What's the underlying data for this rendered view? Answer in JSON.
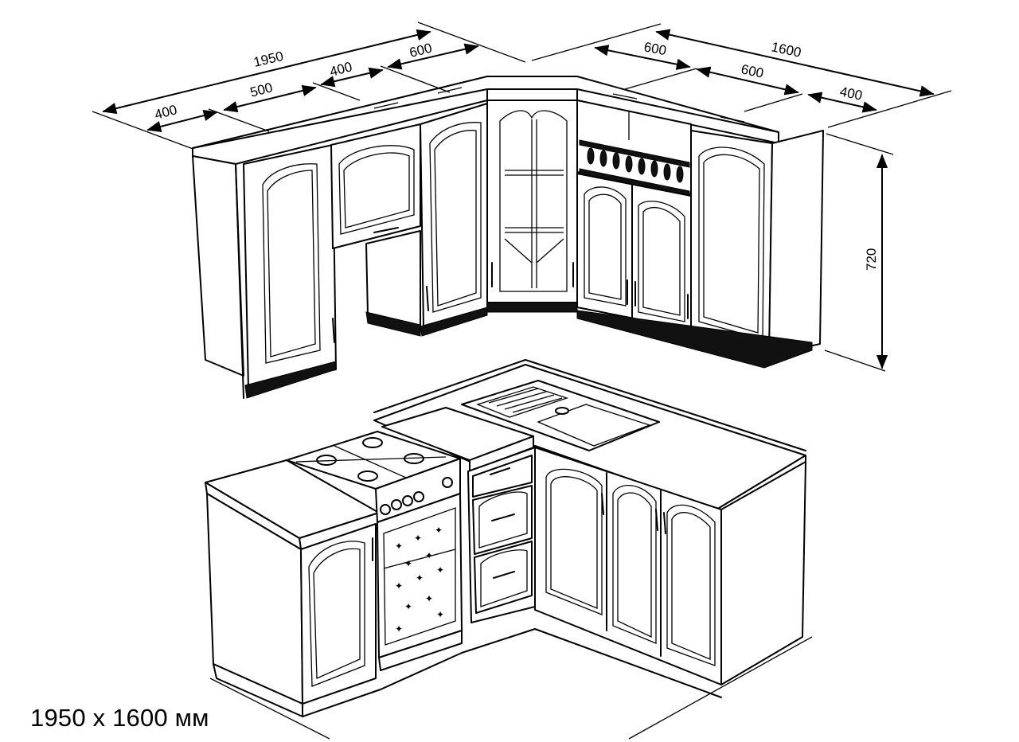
{
  "caption": "1950 x 1600 мм",
  "dimensions": {
    "wall_left_total": "1950",
    "wall_left_seg1": "400",
    "wall_left_seg2": "500",
    "wall_left_seg3": "400",
    "wall_left_seg4": "600",
    "wall_right_total": "1600",
    "wall_right_seg1": "600",
    "wall_right_seg2": "600",
    "wall_right_seg3": "400",
    "height": "720"
  },
  "colors": {
    "line": "#000000",
    "background": "#ffffff"
  }
}
